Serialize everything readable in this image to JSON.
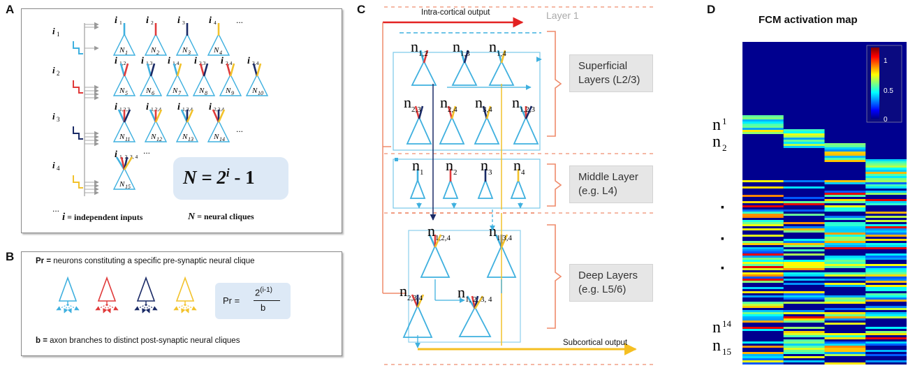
{
  "panels": {
    "a": "A",
    "b": "B",
    "c": "C",
    "d": "D"
  },
  "panelA": {
    "inputs": [
      "i",
      "i",
      "i",
      "i"
    ],
    "input_subs": [
      "1",
      "2",
      "3",
      "4"
    ],
    "row1": [
      {
        "label_i": "i",
        "label_sub": "1",
        "name": "N",
        "name_sub": "1"
      },
      {
        "label_i": "i",
        "label_sub": "2",
        "name": "N",
        "name_sub": "2"
      },
      {
        "label_i": "i",
        "label_sub": "3",
        "name": "N",
        "name_sub": "3"
      },
      {
        "label_i": "i",
        "label_sub": "4",
        "name": "N",
        "name_sub": "4"
      }
    ],
    "row2": [
      {
        "label_i": "i",
        "label_sub": "1,2",
        "name": "N",
        "name_sub": "5"
      },
      {
        "label_i": "i",
        "label_sub": "1,3",
        "name": "N",
        "name_sub": "6"
      },
      {
        "label_i": "i",
        "label_sub": "1,4",
        "name": "N",
        "name_sub": "7"
      },
      {
        "label_i": "i",
        "label_sub": "2,3",
        "name": "N",
        "name_sub": "8"
      },
      {
        "label_i": "i",
        "label_sub": "2,4",
        "name": "N",
        "name_sub": "9"
      },
      {
        "label_i": "i",
        "label_sub": "3,4",
        "name": "N",
        "name_sub": "10"
      }
    ],
    "row3": [
      {
        "label_i": "i",
        "label_sub": "1,2,3",
        "name": "N",
        "name_sub": "11"
      },
      {
        "label_i": "i",
        "label_sub": "1,2,4",
        "name": "N",
        "name_sub": "12"
      },
      {
        "label_i": "i",
        "label_sub": "1,3,4",
        "name": "N",
        "name_sub": "13"
      },
      {
        "label_i": "i",
        "label_sub": "2,3,4",
        "name": "N",
        "name_sub": "14"
      }
    ],
    "row4": [
      {
        "label_i": "i",
        "label_sub": "1, 2, 3, 4",
        "name": "N",
        "name_sub": "15"
      }
    ],
    "ellipsis": "...",
    "formula_main": "N = 2",
    "formula_exp": "i",
    "formula_tail": " - 1",
    "legend_i_sym": "i",
    "legend_i_text": " = independent inputs",
    "legend_n_sym": "N",
    "legend_n_text": " = neural cliques"
  },
  "panelB": {
    "pr_sym": "Pr =",
    "pr_text": " neurons constituting a specific pre-synaptic neural clique",
    "b_sym": "b =",
    "b_text": " axon branches to distinct post-synaptic neural cliques",
    "formula_lhs": "Pr =",
    "formula_num": "2",
    "formula_exp": "(i-1)",
    "formula_den": "b"
  },
  "panelC": {
    "intra_output": "Intra-cortical output",
    "layer1": "Layer 1",
    "subcortical_output": "Subcortical output",
    "superficial": "Superficial Layers (L2/3)",
    "middle": "Middle Layer (e.g. L4)",
    "deep": "Deep Layers (e.g. L5/6)",
    "neuron_n": "n",
    "labels": [
      {
        "sub": "1,2"
      },
      {
        "sub": "1,3"
      },
      {
        "sub": "1,4"
      },
      {
        "sub": "2,3"
      },
      {
        "sub": "2,4"
      },
      {
        "sub": "3,4"
      },
      {
        "sub": "1,2,3"
      },
      {
        "sub": "1"
      },
      {
        "sub": "2"
      },
      {
        "sub": "3"
      },
      {
        "sub": "4"
      },
      {
        "sub": "1,2,4"
      },
      {
        "sub": "1,3,4"
      },
      {
        "sub": "2,3,4"
      },
      {
        "sub": "1, 2, 3, 4"
      }
    ]
  },
  "panelD": {
    "title": "FCM activation map",
    "colorbar_ticks": [
      "1",
      "0.5",
      "0"
    ],
    "row_labels": [
      {
        "n": "n",
        "sub": "1"
      },
      {
        "n": "n",
        "sub": "2"
      },
      {
        "n": "n",
        "sub": "14"
      },
      {
        "n": "n",
        "sub": "15"
      }
    ],
    "dots": [
      "·",
      "·",
      "·"
    ]
  },
  "colors": {
    "cyan": "#3fb0df",
    "red": "#e03a3a",
    "navy": "#1a2a66",
    "yellow": "#f2c22c",
    "orange_line": "#ef8a6a",
    "arrow_red": "#e32222",
    "arrow_yellow": "#f5bf22",
    "map_bg": "#00008f"
  }
}
